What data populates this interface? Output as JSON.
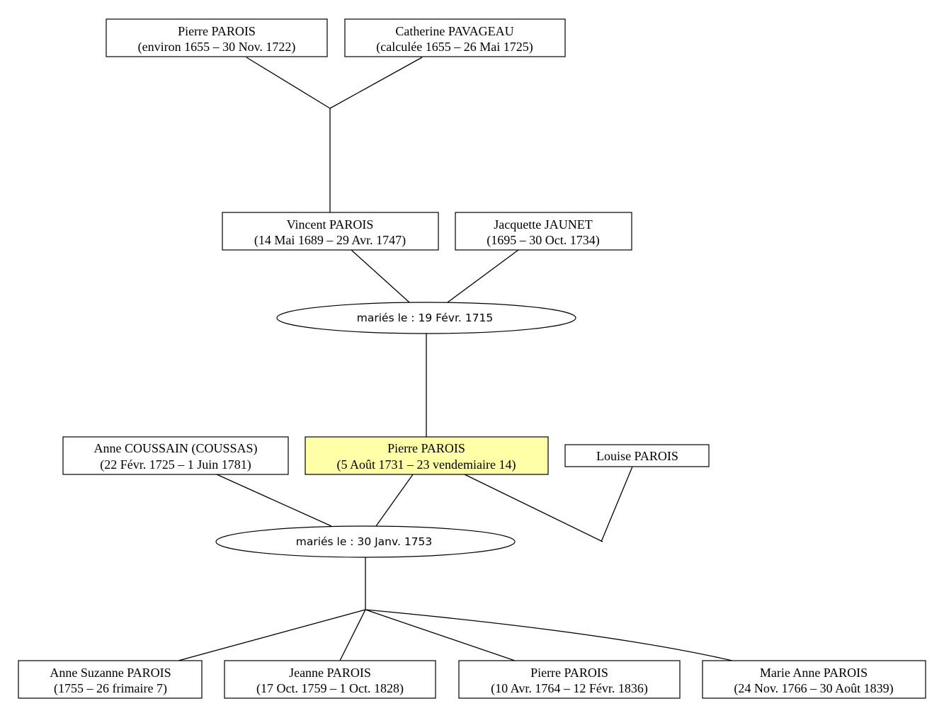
{
  "persons": {
    "pierre_1655": {
      "name": "Pierre PAROIS",
      "dates": "(environ 1655 – 30 Nov. 1722)"
    },
    "catherine": {
      "name": "Catherine PAVAGEAU",
      "dates": "(calculée 1655 – 26 Mai 1725)"
    },
    "vincent": {
      "name": "Vincent PAROIS",
      "dates": "(14 Mai 1689 – 29 Avr. 1747)"
    },
    "jacquette": {
      "name": "Jacquette JAUNET",
      "dates": "(1695 – 30 Oct. 1734)"
    },
    "anne_coussain": {
      "name": "Anne COUSSAIN (COUSSAS)",
      "dates": "(22 Févr. 1725 – 1 Juin 1781)"
    },
    "pierre_1731": {
      "name": "Pierre PAROIS",
      "dates": "(5 Août 1731 – 23 vendemiaire 14)"
    },
    "louise": {
      "name": "Louise PAROIS"
    },
    "anne_suzanne": {
      "name": "Anne Suzanne PAROIS",
      "dates": "(1755 – 26 frimaire 7)"
    },
    "jeanne": {
      "name": "Jeanne PAROIS",
      "dates": "(17 Oct. 1759 – 1 Oct. 1828)"
    },
    "pierre_1764": {
      "name": "Pierre PAROIS",
      "dates": "(10 Avr. 1764 – 12 Févr. 1836)"
    },
    "marie_anne": {
      "name": "Marie Anne PAROIS",
      "dates": "(24 Nov. 1766 – 30 Août 1839)"
    }
  },
  "unions": {
    "union_1715": {
      "label": "mariés le : 19 Févr. 1715"
    },
    "union_1753": {
      "label": "mariés le : 30 Janv. 1753"
    }
  },
  "colors": {
    "highlight_person": "#ffffa8",
    "box_fill": "#ffffff",
    "stroke": "#000000"
  }
}
